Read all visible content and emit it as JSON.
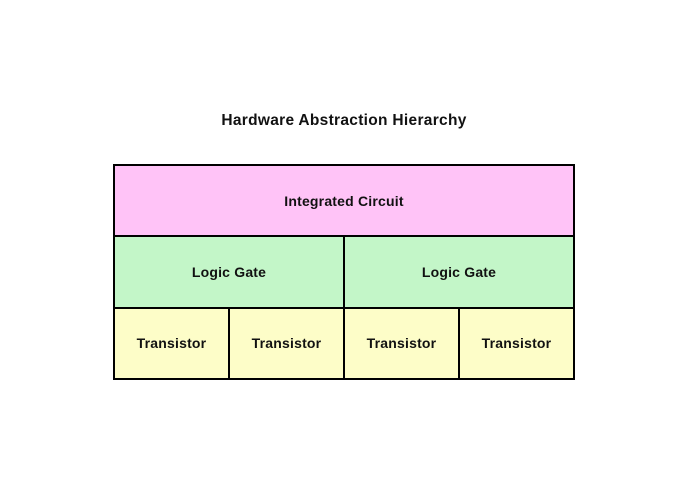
{
  "title": "Hardware Abstraction Hierarchy",
  "colors": {
    "background": "#ffffff",
    "border": "#000000",
    "text": "#111111",
    "integrated_circuit_fill": "#ffc3f7",
    "logic_gate_fill": "#c3f6c8",
    "transistor_fill": "#fdfdc8"
  },
  "diagram": {
    "levels": [
      {
        "name": "integrated-circuit-level",
        "cells": [
          {
            "label": "Integrated Circuit"
          }
        ]
      },
      {
        "name": "logic-gate-level",
        "cells": [
          {
            "label": "Logic Gate"
          },
          {
            "label": "Logic Gate"
          }
        ]
      },
      {
        "name": "transistor-level",
        "cells": [
          {
            "label": "Transistor"
          },
          {
            "label": "Transistor"
          },
          {
            "label": "Transistor"
          },
          {
            "label": "Transistor"
          }
        ]
      }
    ]
  }
}
